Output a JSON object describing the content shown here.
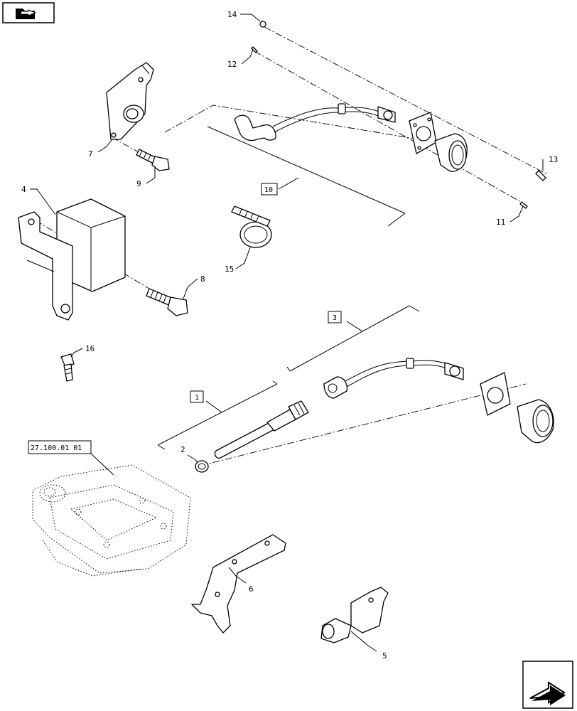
{
  "callouts": {
    "c1": "1",
    "c2": "2",
    "c3": "3",
    "c4": "4",
    "c5": "5",
    "c6": "6",
    "c7": "7",
    "c8": "8",
    "c9": "9",
    "c10": "10",
    "c11": "11",
    "c12": "12",
    "c13": "13",
    "c14": "14",
    "c15": "15",
    "c16": "16"
  },
  "reference": {
    "label": "27.100.01 01"
  },
  "icons": {
    "top_left": "folder-back-icon",
    "bottom_right": "next-page-arrow-icon"
  }
}
